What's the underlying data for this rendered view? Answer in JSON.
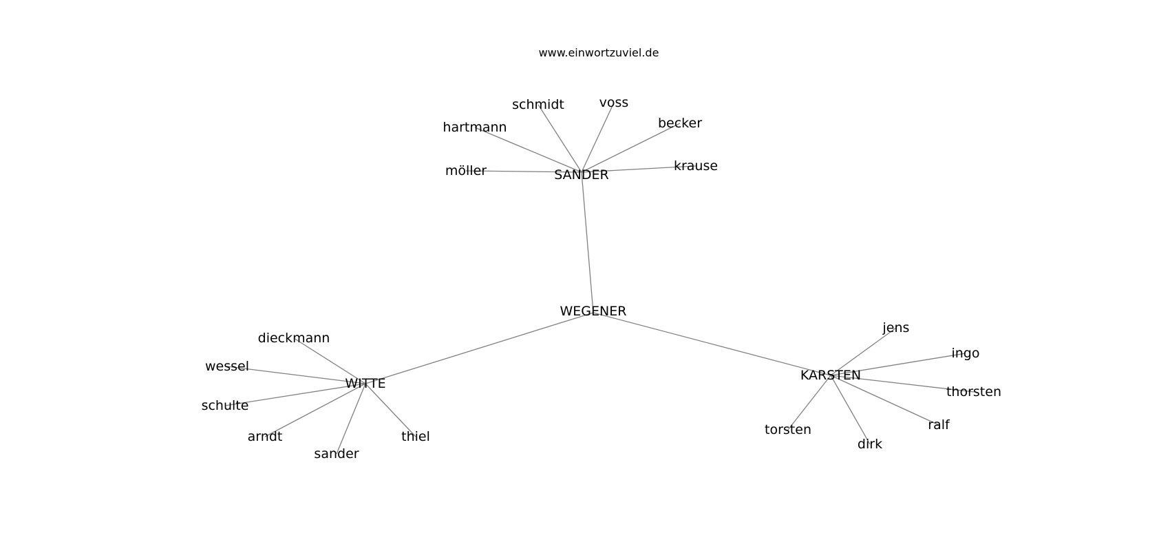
{
  "title": "www.einwortzuviel.de",
  "graph": {
    "nodes": [
      {
        "id": "WEGENER",
        "label": "WEGENER"
      },
      {
        "id": "SANDER",
        "label": "SANDER"
      },
      {
        "id": "WITTE",
        "label": "WITTE"
      },
      {
        "id": "KARSTEN",
        "label": "KARSTEN"
      },
      {
        "id": "hartmann",
        "label": "hartmann"
      },
      {
        "id": "schmidt",
        "label": "schmidt"
      },
      {
        "id": "voss",
        "label": "voss"
      },
      {
        "id": "becker",
        "label": "becker"
      },
      {
        "id": "krause",
        "label": "krause"
      },
      {
        "id": "möller",
        "label": "möller"
      },
      {
        "id": "dieckmann",
        "label": "dieckmann"
      },
      {
        "id": "wessel",
        "label": "wessel"
      },
      {
        "id": "schulte",
        "label": "schulte"
      },
      {
        "id": "arndt",
        "label": "arndt"
      },
      {
        "id": "sander",
        "label": "sander"
      },
      {
        "id": "thiel",
        "label": "thiel"
      },
      {
        "id": "jens",
        "label": "jens"
      },
      {
        "id": "ingo",
        "label": "ingo"
      },
      {
        "id": "thorsten",
        "label": "thorsten"
      },
      {
        "id": "ralf",
        "label": "ralf"
      },
      {
        "id": "dirk",
        "label": "dirk"
      },
      {
        "id": "torsten",
        "label": "torsten"
      }
    ],
    "edges": [
      [
        "WEGENER",
        "SANDER"
      ],
      [
        "WEGENER",
        "WITTE"
      ],
      [
        "WEGENER",
        "KARSTEN"
      ],
      [
        "SANDER",
        "hartmann"
      ],
      [
        "SANDER",
        "schmidt"
      ],
      [
        "SANDER",
        "voss"
      ],
      [
        "SANDER",
        "becker"
      ],
      [
        "SANDER",
        "krause"
      ],
      [
        "SANDER",
        "möller"
      ],
      [
        "WITTE",
        "dieckmann"
      ],
      [
        "WITTE",
        "wessel"
      ],
      [
        "WITTE",
        "schulte"
      ],
      [
        "WITTE",
        "arndt"
      ],
      [
        "WITTE",
        "sander"
      ],
      [
        "WITTE",
        "thiel"
      ],
      [
        "KARSTEN",
        "jens"
      ],
      [
        "KARSTEN",
        "ingo"
      ],
      [
        "KARSTEN",
        "thorsten"
      ],
      [
        "KARSTEN",
        "ralf"
      ],
      [
        "KARSTEN",
        "dirk"
      ],
      [
        "KARSTEN",
        "torsten"
      ]
    ],
    "colors": {
      "edge": "#808080",
      "label": "#000000",
      "background": "#ffffff"
    }
  }
}
